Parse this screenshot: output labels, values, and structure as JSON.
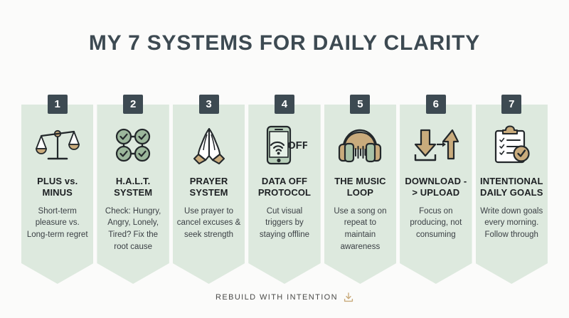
{
  "page": {
    "title": "MY 7 SYSTEMS FOR DAILY CLARITY",
    "background_color": "#fbfbfa",
    "title_color": "#3d4a52",
    "card_color": "#dde9de",
    "badge_color": "#3d4a52",
    "accent_tan": "#c9ab7c",
    "accent_sage": "#9cb79c"
  },
  "cards": [
    {
      "number": "1",
      "icon": "balance-scale-icon",
      "heading": "PLUS vs. MINUS",
      "body": "Short-term pleasure vs. Long-term regret"
    },
    {
      "number": "2",
      "icon": "four-checkmark-nodes-icon",
      "heading": "H.A.L.T. SYSTEM",
      "body": "Check: Hungry, Angry, Lonely, Tired? Fix the root cause"
    },
    {
      "number": "3",
      "icon": "praying-hands-icon",
      "heading": "PRAYER SYSTEM",
      "body": "Use prayer to cancel excuses & seek strength"
    },
    {
      "number": "4",
      "icon": "phone-wifi-off-icon",
      "heading": "DATA OFF PROTOCOL",
      "body": "Cut visual triggers by staying offline"
    },
    {
      "number": "5",
      "icon": "headphones-icon",
      "heading": "THE MUSIC LOOP",
      "body": "Use a song on repeat to maintain awareness"
    },
    {
      "number": "6",
      "icon": "download-upload-arrows-icon",
      "heading": "DOWNLOAD -> UPLOAD",
      "body": "Focus on producing, not consuming"
    },
    {
      "number": "7",
      "icon": "clipboard-checklist-icon",
      "heading": "INTENTIONAL DAILY GOALS",
      "body": "Write down goals every morning. Follow through"
    }
  ],
  "footer": {
    "text": "REBUILD WITH INTENTION",
    "icon": "download-tray-icon"
  }
}
